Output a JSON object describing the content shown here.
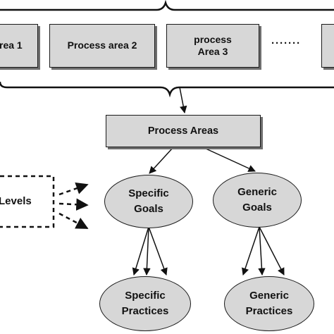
{
  "process_area_boxes": [
    {
      "label": "rea 1"
    },
    {
      "label": "Process area 2"
    },
    {
      "label": "process\nArea 3"
    }
  ],
  "ellipsis": "·······",
  "process_areas": {
    "label": "Process Areas"
  },
  "specific_goals": {
    "label": "Specific\nGoals"
  },
  "generic_goals": {
    "label": "Generic\nGoals"
  },
  "specific_practices": {
    "label": "Specific\nPractices"
  },
  "generic_practices": {
    "label": "Generic\nPractices"
  },
  "levels": {
    "label": "Levels"
  },
  "colors": {
    "box_fill": "#d7d7d7",
    "stroke": "#1a1a1a",
    "shadow": "#6e6e6e"
  }
}
